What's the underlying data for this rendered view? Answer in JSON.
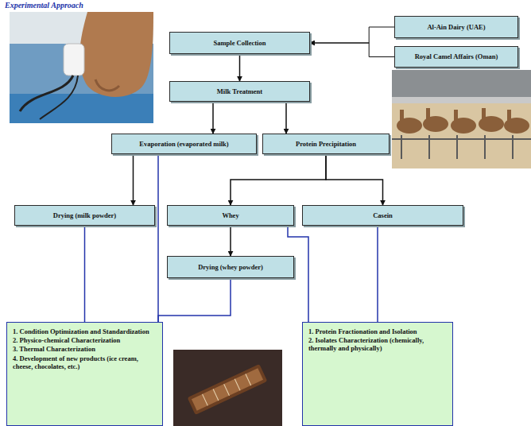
{
  "diagram": {
    "title": "Experimental Approach",
    "nodes": [
      {
        "text": [
          "Sample Collection"
        ]
      },
      {
        "text": [
          "Al-Ain Dairy (UAE)"
        ]
      },
      {
        "text": [
          "Royal Camel Affairs (Oman)"
        ]
      },
      {
        "text": [
          "Milk Treatment"
        ]
      },
      {
        "text": [
          "Evaporation (evaporated milk)"
        ]
      },
      {
        "text": [
          "Protein Precipitation"
        ]
      },
      {
        "text": [
          "Drying (milk powder)"
        ]
      },
      {
        "text": [
          "Whey"
        ]
      },
      {
        "text": [
          "Casein"
        ]
      },
      {
        "text": [
          "Drying (whey powder)"
        ]
      },
      {
        "text": [
          "1. Condition Optimization and Standardization",
          "2. Physico-chemical Characterization",
          "3. Thermal Characterization",
          "4. Development of new products (ice cream, cheese, chocolates, etc.)"
        ]
      },
      {
        "text": [
          "1. Protein Fractionation and Isolation",
          "2. Isolates Characterization (chemically, thermally and physically)"
        ]
      }
    ],
    "edges": [
      {
        "from": 1,
        "to": 0,
        "arrow": "to"
      },
      {
        "from": 2,
        "to": 0,
        "arrow": "to"
      },
      {
        "from": 0,
        "to": 3,
        "arrow": "to"
      },
      {
        "from": 3,
        "to": 4,
        "arrow": "to"
      },
      {
        "from": 3,
        "to": 5,
        "arrow": "to"
      },
      {
        "from": 4,
        "to": 6,
        "arrow": "to"
      },
      {
        "from": 5,
        "to": 7,
        "arrow": "to"
      },
      {
        "from": 5,
        "to": 8,
        "arrow": "to"
      },
      {
        "from": 7,
        "to": 9,
        "arrow": "to"
      },
      {
        "from": 6,
        "to": 10,
        "arrow": "none"
      },
      {
        "from": 4,
        "to": 10,
        "arrow": "none"
      },
      {
        "from": 9,
        "to": 10,
        "arrow": "none"
      },
      {
        "from": 7,
        "to": 11,
        "arrow": "none"
      },
      {
        "from": 8,
        "to": 11,
        "arrow": "none"
      }
    ]
  }
}
